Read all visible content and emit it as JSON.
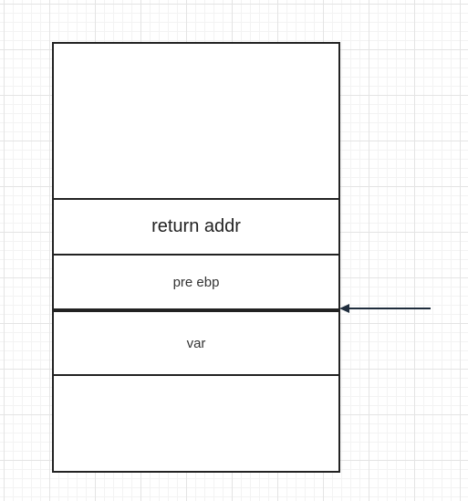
{
  "diagram": {
    "cells": {
      "return_addr": "return addr",
      "pre_ebp": "pre ebp",
      "var": "var"
    },
    "colors": {
      "border": "#222222",
      "arrow": "#1f2d3d",
      "grid_major": "#e4e4e4",
      "grid_minor": "#f3f3f3"
    }
  }
}
